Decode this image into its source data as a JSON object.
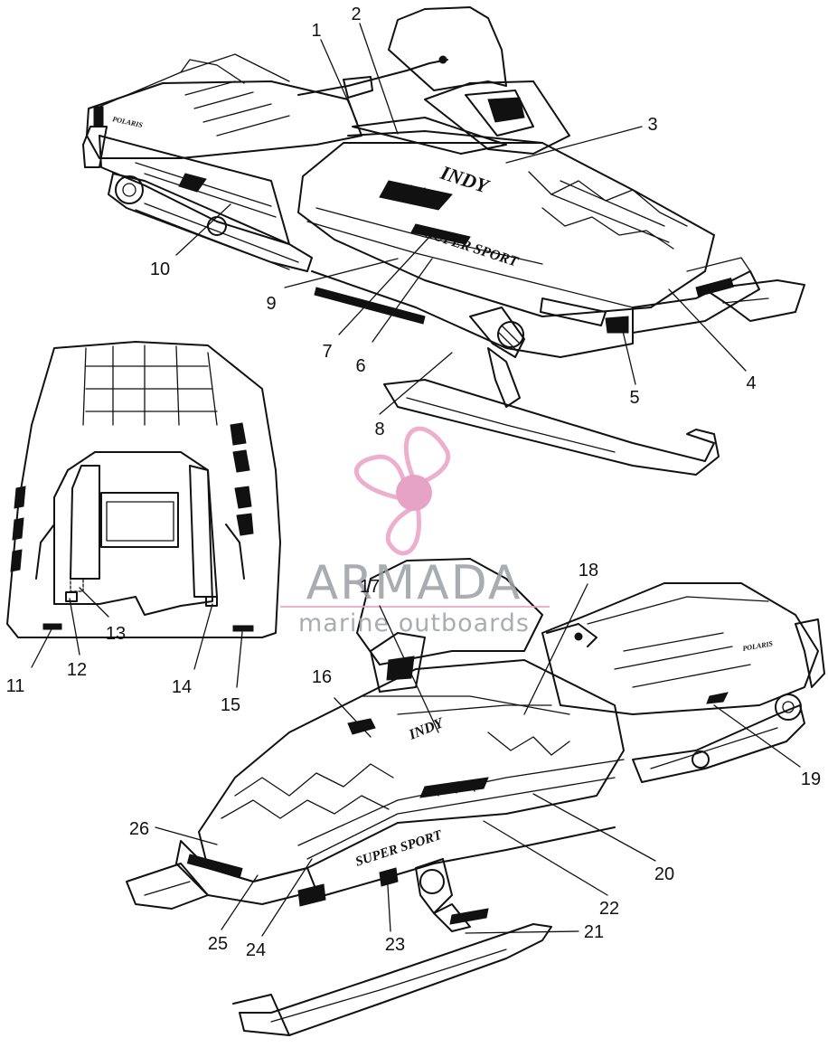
{
  "callouts": {
    "c1": "1",
    "c2": "2",
    "c3": "3",
    "c4": "4",
    "c5": "5",
    "c6": "6",
    "c7": "7",
    "c8": "8",
    "c9": "9",
    "c10": "10",
    "c11": "11",
    "c12": "12",
    "c13": "13",
    "c14": "14",
    "c15": "15",
    "c16": "16",
    "c17": "17",
    "c18": "18",
    "c19": "19",
    "c20": "20",
    "c21": "21",
    "c22": "22",
    "c23": "23",
    "c24": "24",
    "c25": "25",
    "c26": "26"
  },
  "decals": {
    "indy_top": "INDY",
    "super_sport_top": "SUPER SPORT",
    "indy_bottom": "INDY",
    "super_sport_bottom": "SUPER SPORT",
    "polaris_top": "POLARIS",
    "polaris_bottom": "POLARIS"
  },
  "watermark": {
    "brand": "ARMADA",
    "tagline": "marine outboards",
    "colors": {
      "brand": "#9b9ea3",
      "accent": "#e9a3c6",
      "hub": "#e293bd"
    }
  }
}
